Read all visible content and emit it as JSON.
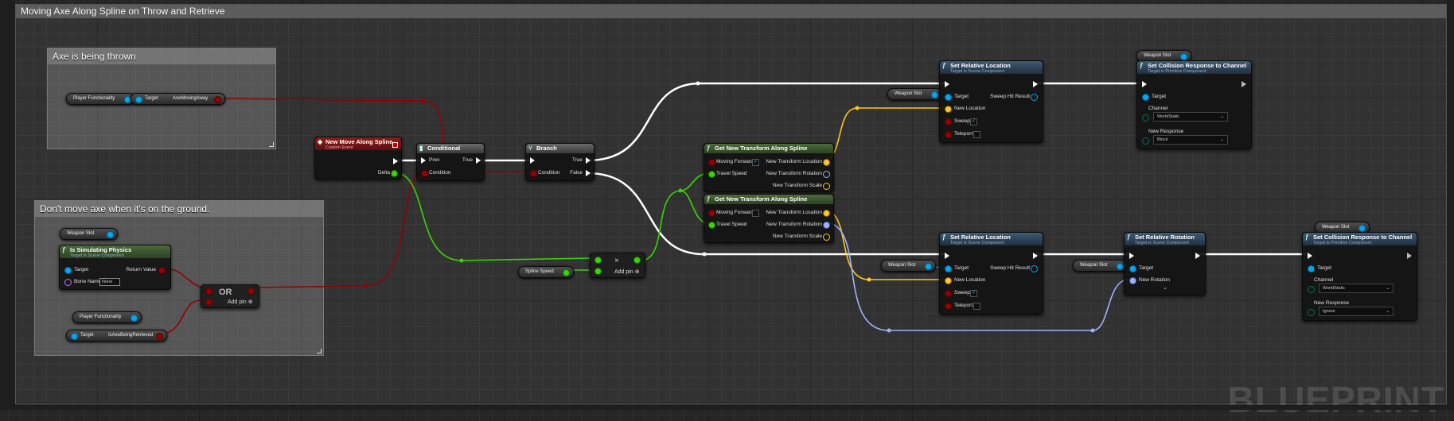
{
  "graph": {
    "title": "Moving Axe Along Spline on Throw and Retrieve",
    "watermark": "BLUEPRINT"
  },
  "comments": {
    "thrown": "Axe is being thrown",
    "ground": "Don't move axe when it's on the ground."
  },
  "colors": {
    "exec": "#ffffff",
    "bool": "#950000",
    "float": "#38d500",
    "vector": "#fdc822",
    "rotator": "#9fb2ff",
    "object": "#00a8f0"
  },
  "vars": {
    "player_functionality": "Player Functionality",
    "weapon_slot": "Weapon Slot",
    "spline_speed": "Spline Speed",
    "target": "Target",
    "axe_moving_away": "AxeMovingAway",
    "is_axe_being_retrieved": "IsAxeBeingRetrieved"
  },
  "nodes": {
    "event": {
      "title": "New Move Along Spline",
      "subtitle": "Custom Event",
      "delta": "Delta"
    },
    "conditional": {
      "title": "Conditional",
      "prev": "Prev",
      "true": "True",
      "condition": "Condition"
    },
    "branch": {
      "title": "Branch",
      "true": "True",
      "false": "False",
      "condition": "Condition"
    },
    "transform": {
      "title": "Get New Transform Along Spline",
      "moving_forward": "Moving Forward",
      "travel_speed": "Travel Speed",
      "loc": "New Transform Location",
      "rot": "New Transform Rotation",
      "scale": "New Transform Scale"
    },
    "set_loc": {
      "title": "Set Relative Location",
      "subtitle": "Target is Scene Component",
      "target": "Target",
      "new_location": "New Location",
      "sweep": "Sweep",
      "teleport": "Teleport",
      "sweep_hit": "Sweep Hit Result"
    },
    "collision": {
      "title": "Set Collision Response to Channel",
      "subtitle": "Target is Primitive Component",
      "target": "Target",
      "channel": "Channel",
      "new_response": "New Response",
      "channel_value": "WorldStatic",
      "response_block": "Block",
      "response_ignore": "Ignore"
    },
    "set_rot": {
      "title": "Set Relative Rotation",
      "subtitle": "Target is Scene Component",
      "target": "Target",
      "new_rotation": "New Rotation"
    },
    "sim": {
      "title": "Is Simulating Physics",
      "subtitle": "Target is Scene Component",
      "target": "Target",
      "bone_name": "Bone Name",
      "bone_value": "None",
      "return_value": "Return Value"
    },
    "or": {
      "title": "OR",
      "add_pin": "Add pin"
    },
    "mult": {
      "symbol": "×",
      "add_pin": "Add pin"
    }
  }
}
